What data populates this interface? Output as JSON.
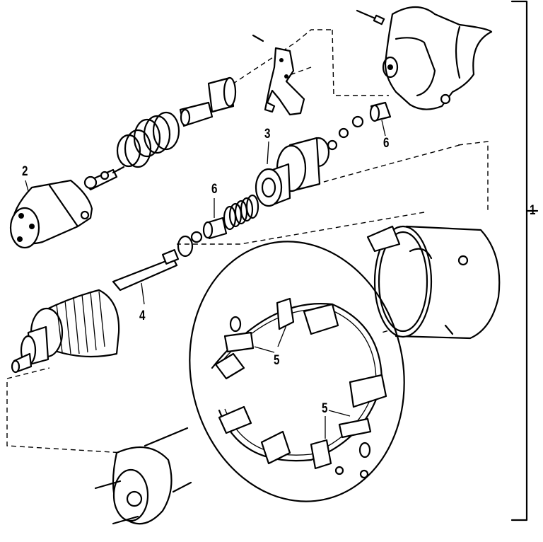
{
  "callouts": [
    {
      "id": "1",
      "text": "1"
    },
    {
      "id": "2",
      "text": "2"
    },
    {
      "id": "3",
      "text": "3"
    },
    {
      "id": "4",
      "text": "4"
    },
    {
      "id": "5a",
      "text": "5"
    },
    {
      "id": "5b",
      "text": "5"
    },
    {
      "id": "6a",
      "text": "6"
    },
    {
      "id": "6b",
      "text": "6"
    }
  ],
  "colors": {
    "ink": "#000000",
    "paper": "#ffffff"
  }
}
